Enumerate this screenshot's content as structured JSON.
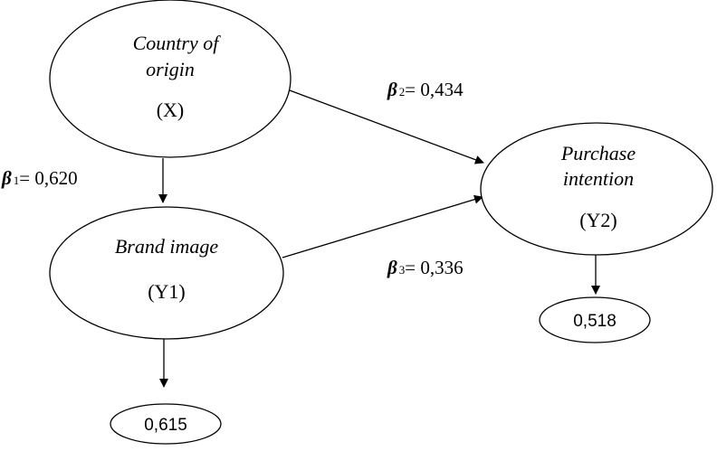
{
  "nodes": {
    "country": {
      "line1": "Country of",
      "line2": "origin",
      "code": "(X)"
    },
    "brand": {
      "line1": "Brand image",
      "code": "(Y1)"
    },
    "purchase": {
      "line1": "Purchase",
      "line2": "intention",
      "code": "(Y2)"
    },
    "r2_brand": {
      "value": "0,615"
    },
    "r2_purchase": {
      "value": "0,518"
    }
  },
  "paths": {
    "beta1": {
      "symbol": "β",
      "sub": "1",
      "text": "= 0,620"
    },
    "beta2": {
      "symbol": "β",
      "sub": "2",
      "text": "= 0,434"
    },
    "beta3": {
      "symbol": "β",
      "sub": "3",
      "text": "= 0,336"
    }
  },
  "colors": {
    "stroke": "#000000",
    "background": "#ffffff"
  }
}
